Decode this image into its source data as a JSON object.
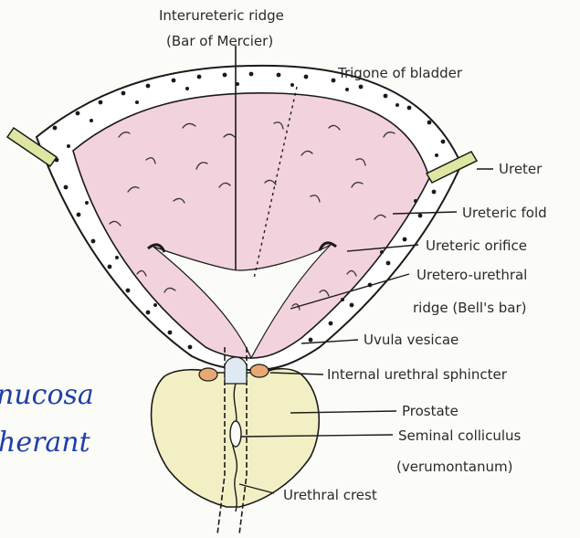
{
  "labels": {
    "interureteric_ridge": "Interureteric ridge",
    "bar_of_mercier": "(Bar of Mercier)",
    "trigone": "Trigone of bladder",
    "ureter": "Ureter",
    "ureteric_fold": "Ureteric fold",
    "ureteric_orifice": "Ureteric orifice",
    "uretero_urethral_1": "Uretero-urethral",
    "uretero_urethral_2": "ridge (Bell's bar)",
    "uvula": "Uvula vesicae",
    "sphincter": "Internal urethral sphincter",
    "prostate": "Prostate",
    "colliculus_1": "Seminal colliculus",
    "colliculus_2": "(verumontanum)",
    "urethral_crest": "Urethral crest"
  },
  "handwriting": {
    "line1": "nucosa",
    "line2": "herant"
  },
  "colors": {
    "bladder_mucosa": "#f2d2dc",
    "prostate": "#f3efc4",
    "ureter": "#dfe6a2",
    "sphincter": "#e8a872",
    "ink": "#1a1a1a",
    "handwriting": "#1f3fa8"
  }
}
